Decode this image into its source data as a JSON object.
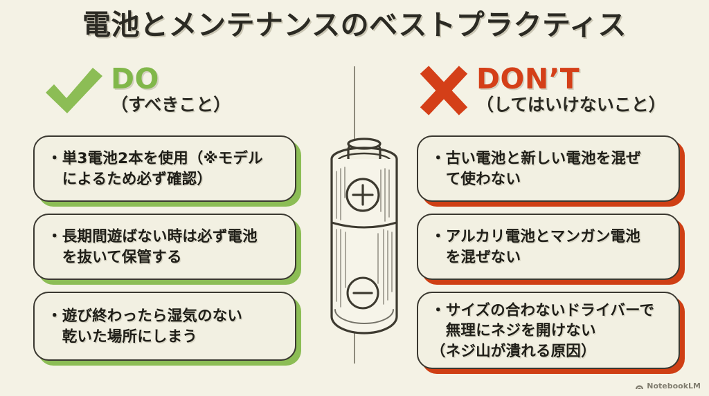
{
  "slide": {
    "title": "電池とメンテナンスのベストプラクティス",
    "background_color": "#f4f2e5"
  },
  "columns": {
    "do": {
      "icon": "check-mark-icon",
      "heading": "DO",
      "subheading": "（すべきこと）",
      "accent_color": "#81b74a",
      "shadow_color": "#8cbd55",
      "items": [
        "・単3電池2本を使用（※モデル\n　によるため必ず確認）",
        "・長期間遊ばない時は必ず電池\n　を抜いて保管する",
        "・遊び終わったら湿気のない\n　乾いた場所にしまう"
      ]
    },
    "dont": {
      "icon": "cross-mark-icon",
      "heading": "DON’T",
      "subheading": "（してはいけないこと）",
      "accent_color": "#d43f18",
      "shadow_color": "#cf3f14",
      "items": [
        "・古い電池と新しい電池を混ぜ\n　て使わない",
        "・アルカリ電池とマンガン電池\n　を混ぜない",
        "・サイズの合わないドライバーで\n　無理にネジを開けない\n（ネジ山が潰れる原因）"
      ]
    }
  },
  "center_illustration": {
    "name": "aa-battery-illustration",
    "positive_terminal": "＋",
    "negative_terminal": "−",
    "line_color": "#3d3a30"
  },
  "watermark": {
    "label": "NotebookLM",
    "icon": "notebooklm-logo-icon",
    "color": "#6e6a5c"
  }
}
